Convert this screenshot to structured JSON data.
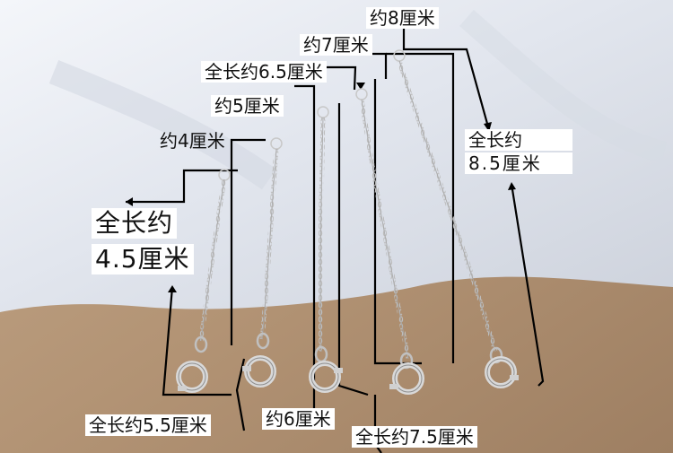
{
  "photo": {
    "colors": {
      "satin": "#e7eaf1",
      "satin_shadow": "#c9ced9",
      "tan_fabric": "#b7987b",
      "silver": "#c9c9c9",
      "annotation_line": "#000000",
      "label_bg": "#ffffff"
    },
    "objects": [
      "silver-chain",
      "spring-ring-clasp",
      "jump-ring"
    ],
    "labels": {
      "l_8": "约8厘米",
      "l_7": "约7厘米",
      "l_total_65": "全长约6.5厘米",
      "l_5": "约5厘米",
      "l_4": "约4厘米",
      "l_total_45_a": "全长约",
      "l_total_45_b": "4.5厘米",
      "l_total_85_a": "全长约",
      "l_total_85_b": "8.5厘米",
      "l_total_55": "全长约5.5厘米",
      "l_6": "约6厘米",
      "l_total_75": "全长约7.5厘米"
    }
  }
}
